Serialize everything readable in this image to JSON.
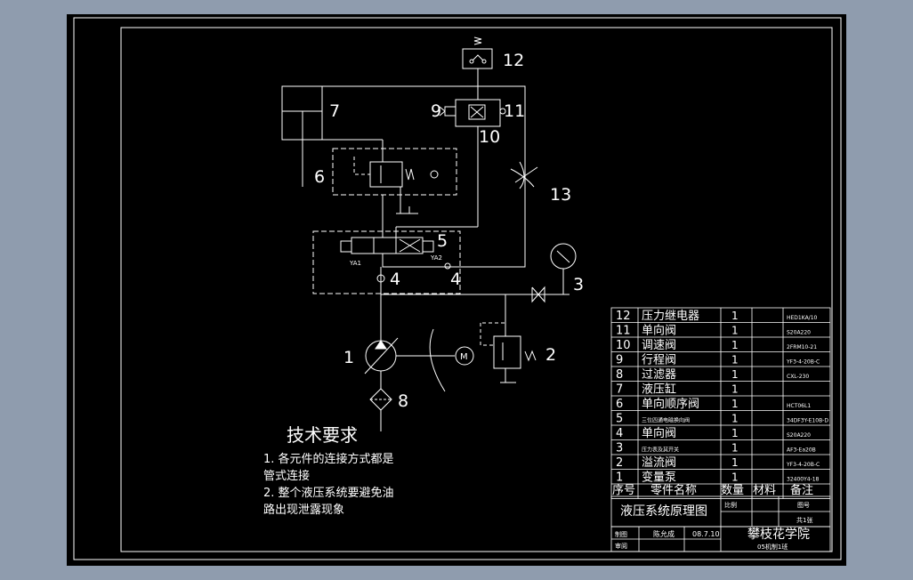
{
  "colors": {
    "viewport_bg": "#8f9cae",
    "drawing_bg": "#000000",
    "line": "#ffffff"
  },
  "callouts": {
    "n1": "1",
    "n2": "2",
    "n3": "3",
    "n4a": "4",
    "n4b": "4",
    "n5": "5",
    "n6": "6",
    "n7": "7",
    "n8": "8",
    "n9": "9",
    "n10": "10",
    "n11": "11",
    "n12": "12",
    "n13": "13"
  },
  "symbols": {
    "motor": "M",
    "solenoid_left": "YA1",
    "solenoid_right": "YA2"
  },
  "tech_requirements": {
    "title": "技术要求",
    "line1": "1. 各元件的连接方式都是",
    "line2": "管式连接",
    "line3": "2. 整个液压系统要避免油",
    "line4": "路出现泄露现象"
  },
  "bom": {
    "rows": [
      {
        "no": "12",
        "name": "压力继电器",
        "qty": "1",
        "material": "",
        "note": "HED1KA/10"
      },
      {
        "no": "11",
        "name": "单向阀",
        "qty": "1",
        "material": "",
        "note": "S20A220"
      },
      {
        "no": "10",
        "name": "调速阀",
        "qty": "1",
        "material": "",
        "note": "2FRM10-21"
      },
      {
        "no": "9",
        "name": "行程阀",
        "qty": "1",
        "material": "",
        "note": "YF3-4-20B-C"
      },
      {
        "no": "8",
        "name": "过滤器",
        "qty": "1",
        "material": "",
        "note": "CXL-230"
      },
      {
        "no": "7",
        "name": "液压缸",
        "qty": "1",
        "material": "",
        "note": ""
      },
      {
        "no": "6",
        "name": "单向顺序阀",
        "qty": "1",
        "material": "",
        "note": "HCT06L1"
      },
      {
        "no": "5",
        "name": "三位四通电磁换向阀",
        "qty": "1",
        "material": "",
        "note": "34DF3Y-E10B-D"
      },
      {
        "no": "4",
        "name": "单向阀",
        "qty": "1",
        "material": "",
        "note": "S20A220"
      },
      {
        "no": "3",
        "name": "压力表及其开关",
        "qty": "1",
        "material": "",
        "note": "AF3-Ea20B"
      },
      {
        "no": "2",
        "name": "溢流阀",
        "qty": "1",
        "material": "",
        "note": "YF3-4-20B-C"
      },
      {
        "no": "1",
        "name": "变量泵",
        "qty": "1",
        "material": "",
        "note": "32400Y4-18"
      }
    ],
    "header": {
      "no": "序号",
      "name": "零件名称",
      "qty": "数量",
      "material": "材料",
      "note": "备注"
    }
  },
  "title_block": {
    "drawing_title": "液压系统原理图",
    "scale_label": "比例",
    "drawing_no_label": "图号",
    "sheet_label": "共1张",
    "drawn_label": "制图",
    "drawn_by": "陈允成",
    "date": "08.7.10",
    "checked_label": "审阅",
    "school": "攀枝花学院",
    "class_name": "05机制1班"
  }
}
